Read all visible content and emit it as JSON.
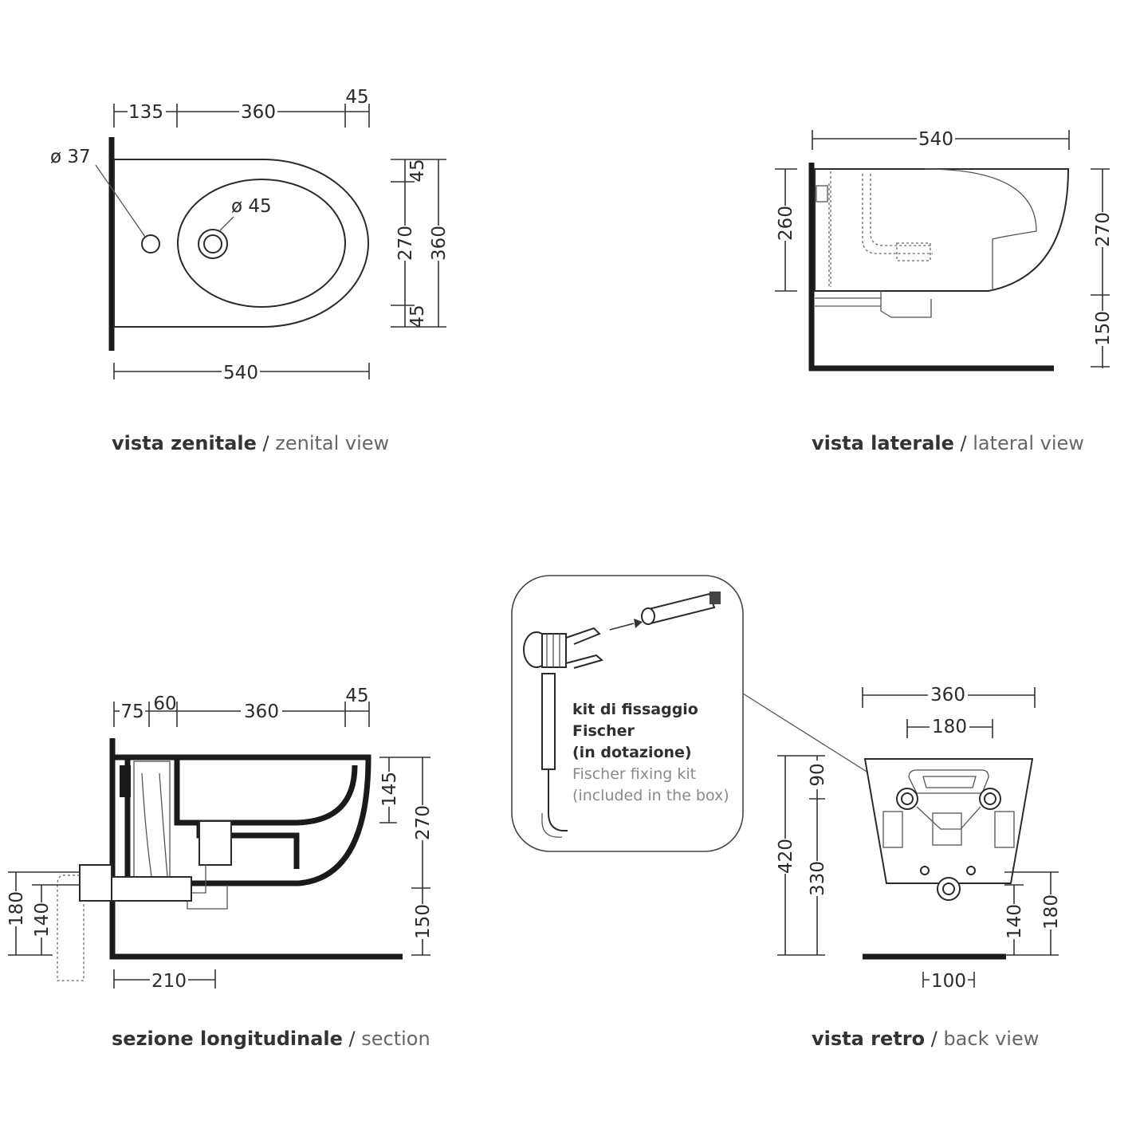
{
  "views": {
    "zenital": {
      "caption_bold": "vista zenitale",
      "caption_sep": " / ",
      "caption_light": "zenital view",
      "dims": {
        "top_1": "135",
        "top_2": "360",
        "top_3": "45",
        "hole_small": "ø 37",
        "hole_big": "ø 45",
        "right_1": "45",
        "right_2": "270",
        "right_3": "45",
        "right_total": "360",
        "bottom": "540"
      }
    },
    "lateral": {
      "caption_bold": "vista laterale",
      "caption_sep": " / ",
      "caption_light": "lateral view",
      "dims": {
        "top": "540",
        "left": "260",
        "right_1": "270",
        "right_2": "150"
      }
    },
    "section": {
      "caption_bold": "sezione longitudinale",
      "caption_sep": " / ",
      "caption_light": "section",
      "dims": {
        "top_1": "75",
        "top_2": "60",
        "top_3": "360",
        "top_4": "45",
        "right_1": "145",
        "right_2": "270",
        "right_3": "150",
        "left_1": "180",
        "left_2": "140",
        "bottom": "210"
      }
    },
    "back": {
      "caption_bold": "vista retro",
      "caption_sep": " / ",
      "caption_light": "back view",
      "dims": {
        "top_1": "360",
        "top_2": "180",
        "left_1": "90",
        "left_2": "420",
        "left_3": "330",
        "right_1": "140",
        "right_2": "180",
        "bottom": "100"
      }
    }
  },
  "kit": {
    "line1": "kit di fissaggio",
    "line2": "Fischer",
    "line3": "(in dotazione)",
    "line4": "Fischer fixing kit",
    "line5": "(included in the box)"
  }
}
